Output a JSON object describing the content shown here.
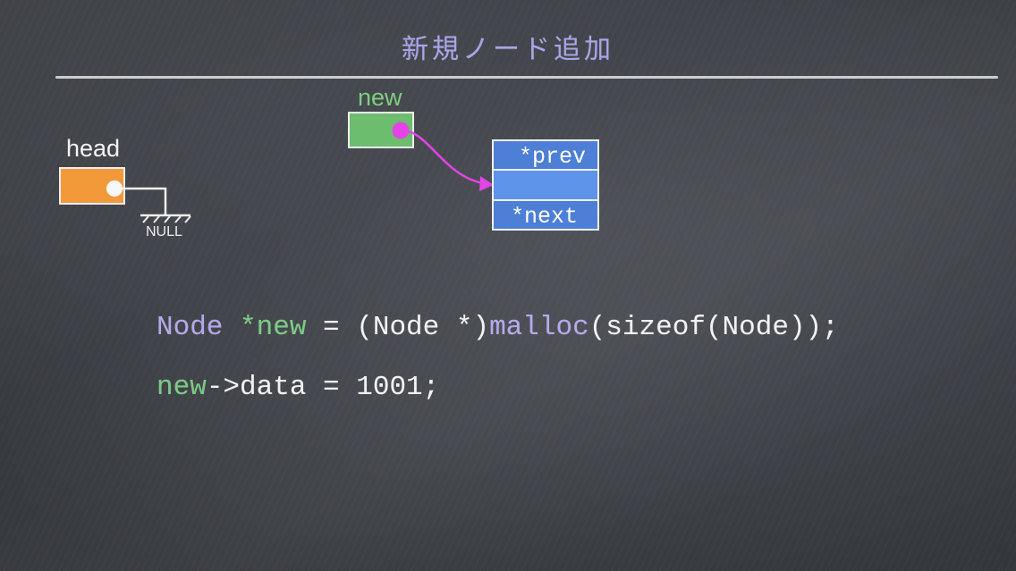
{
  "slide": {
    "title": "新規ノード追加",
    "title_color": "#a8a5ea"
  },
  "diagram": {
    "head": {
      "label": "head",
      "box_color": "#f2993a",
      "null_label": "NULL"
    },
    "new_node_pointer": {
      "label": "new",
      "label_color": "#7fce7f",
      "box_color": "#6dbd6e",
      "dot_color": "#e344e6"
    },
    "node": {
      "prev_field": "*prev",
      "next_field": "*next",
      "field_color": "#4d7fd7",
      "data_color": "#5e93ea"
    }
  },
  "code": {
    "lines": [
      {
        "tokens": [
          {
            "text": "Node ",
            "color": "#b4a9ec"
          },
          {
            "text": "*new",
            "color": "#7ccb84"
          },
          {
            "text": " = (Node *)",
            "color": "#f2f2f2"
          },
          {
            "text": "malloc",
            "color": "#b4a9ec"
          },
          {
            "text": "(sizeof(Node));",
            "color": "#f2f2f2"
          }
        ]
      },
      {
        "tokens": [
          {
            "text": "new",
            "color": "#7ccb84"
          },
          {
            "text": "->data = 1001;",
            "color": "#f2f2f2"
          }
        ]
      }
    ]
  }
}
